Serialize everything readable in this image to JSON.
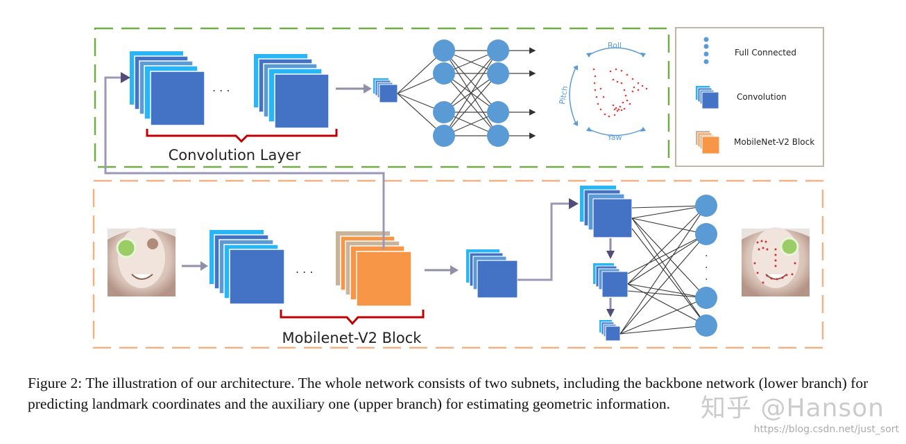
{
  "upper": {
    "label": "Convolution Layer",
    "ellipsis": ". . .",
    "pose_labels": {
      "roll": "Roll",
      "pitch": "Pitch",
      "yaw": "Yaw"
    }
  },
  "legend": {
    "full_connected": "Full Connected",
    "convolution": "Convolution",
    "mobilenet": "MobileNet-V2 Block"
  },
  "lower": {
    "label": "Mobilenet-V2 Block",
    "ellipsis": ". . .",
    "fc_ellipsis": "."
  },
  "caption": "Figure 2: The illustration of our architecture. The whole network consists of two subnets, including the backbone network (lower branch) for predicting landmark coordinates and the auxiliary one (upper branch) for estimating geometric information.",
  "watermark": {
    "brand": "知乎 @Hanson",
    "url": "https://blog.csdn.net/just_sort"
  },
  "colors": {
    "conv_dark": "#4472c4",
    "conv_light": "#5b9bd5",
    "conv_cyan": "#29b6f6",
    "node": "#5b9bd5",
    "mobilenet_orange": "#f79646",
    "mobilenet_tan": "#c8b49a",
    "green_dash": "#70ad47",
    "orange_dash": "#f4b183",
    "brace_red": "#c00000"
  }
}
